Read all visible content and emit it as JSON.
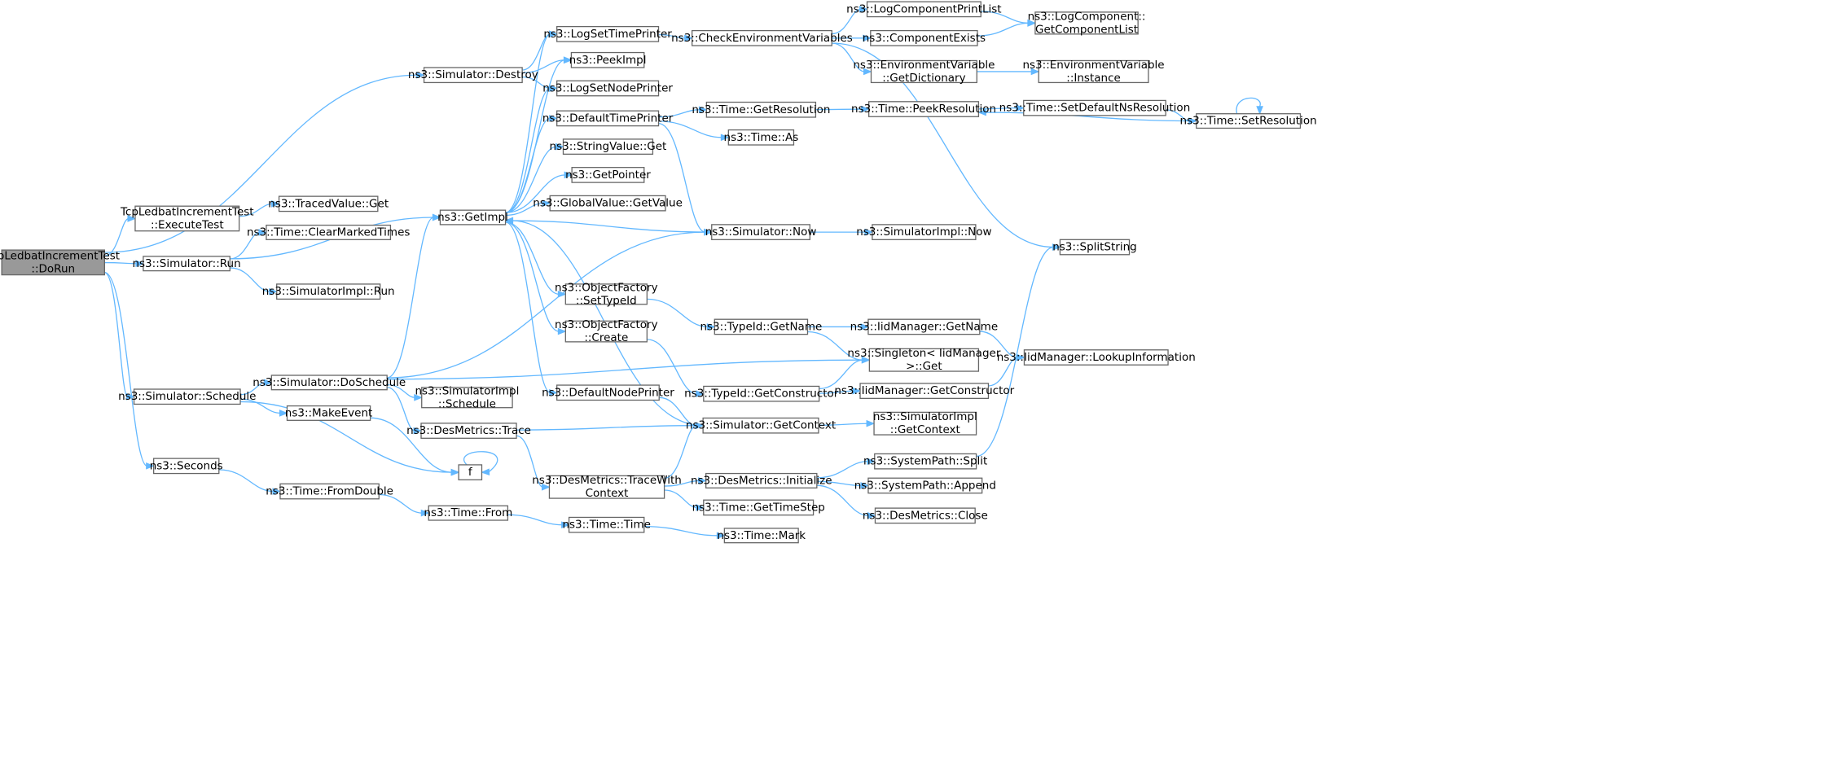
{
  "nodes": [
    {
      "id": "root",
      "lines": [
        "TcpLedbatIncrementTest",
        "::DoRun"
      ],
      "root": true
    },
    {
      "id": "simDestroy",
      "lines": [
        "ns3::Simulator::Destroy"
      ]
    },
    {
      "id": "execTest",
      "lines": [
        "TcpLedbatIncrementTest",
        "::ExecuteTest"
      ]
    },
    {
      "id": "simRun",
      "lines": [
        "ns3::Simulator::Run"
      ]
    },
    {
      "id": "simSchedule",
      "lines": [
        "ns3::Simulator::Schedule"
      ]
    },
    {
      "id": "seconds",
      "lines": [
        "ns3::Seconds"
      ]
    },
    {
      "id": "tracedGet",
      "lines": [
        "ns3::TracedValue::Get"
      ]
    },
    {
      "id": "clearMarked",
      "lines": [
        "ns3::Time::ClearMarkedTimes"
      ]
    },
    {
      "id": "simImplRun",
      "lines": [
        "ns3::SimulatorImpl::Run"
      ]
    },
    {
      "id": "getImpl",
      "lines": [
        "ns3::GetImpl"
      ]
    },
    {
      "id": "doSchedule",
      "lines": [
        "ns3::Simulator::DoSchedule"
      ]
    },
    {
      "id": "makeEvent",
      "lines": [
        "ns3::MakeEvent"
      ]
    },
    {
      "id": "fromDouble",
      "lines": [
        "ns3::Time::FromDouble"
      ]
    },
    {
      "id": "simImplSchedule",
      "lines": [
        "ns3::SimulatorImpl",
        "::Schedule"
      ]
    },
    {
      "id": "desTrace",
      "lines": [
        "ns3::DesMetrics::Trace"
      ]
    },
    {
      "id": "f",
      "lines": [
        "f"
      ]
    },
    {
      "id": "timeFrom",
      "lines": [
        "ns3::Time::From"
      ]
    },
    {
      "id": "logSetTime",
      "lines": [
        "ns3::LogSetTimePrinter"
      ]
    },
    {
      "id": "peekImpl",
      "lines": [
        "ns3::PeekImpl"
      ]
    },
    {
      "id": "logSetNode",
      "lines": [
        "ns3::LogSetNodePrinter"
      ]
    },
    {
      "id": "defTime",
      "lines": [
        "ns3::DefaultTimePrinter"
      ]
    },
    {
      "id": "strGet",
      "lines": [
        "ns3::StringValue::Get"
      ]
    },
    {
      "id": "getPointer",
      "lines": [
        "ns3::GetPointer"
      ]
    },
    {
      "id": "gvGet",
      "lines": [
        "ns3::GlobalValue::GetValue"
      ]
    },
    {
      "id": "ofSetTypeId",
      "lines": [
        "ns3::ObjectFactory",
        "::SetTypeId"
      ]
    },
    {
      "id": "ofCreate",
      "lines": [
        "ns3::ObjectFactory",
        "::Create"
      ]
    },
    {
      "id": "defNode",
      "lines": [
        "ns3::DefaultNodePrinter"
      ]
    },
    {
      "id": "traceWith",
      "lines": [
        "ns3::DesMetrics::TraceWith",
        "Context"
      ]
    },
    {
      "id": "timeTime",
      "lines": [
        "ns3::Time::Time"
      ]
    },
    {
      "id": "checkEnv",
      "lines": [
        "ns3::CheckEnvironmentVariables"
      ]
    },
    {
      "id": "getRes",
      "lines": [
        "ns3::Time::GetResolution"
      ]
    },
    {
      "id": "timeAs",
      "lines": [
        "ns3::Time::As"
      ]
    },
    {
      "id": "simNow",
      "lines": [
        "ns3::Simulator::Now"
      ]
    },
    {
      "id": "tidGetName",
      "lines": [
        "ns3::TypeId::GetName"
      ]
    },
    {
      "id": "tidGetCtor",
      "lines": [
        "ns3::TypeId::GetConstructor"
      ]
    },
    {
      "id": "simGetCtx",
      "lines": [
        "ns3::Simulator::GetContext"
      ]
    },
    {
      "id": "desInit",
      "lines": [
        "ns3::DesMetrics::Initialize"
      ]
    },
    {
      "id": "timeStep",
      "lines": [
        "ns3::Time::GetTimeStep"
      ]
    },
    {
      "id": "timeMark",
      "lines": [
        "ns3::Time::Mark"
      ]
    },
    {
      "id": "logCompPrint",
      "lines": [
        "ns3::LogComponentPrintList"
      ]
    },
    {
      "id": "compExists",
      "lines": [
        "ns3::ComponentExists"
      ]
    },
    {
      "id": "envGetDict",
      "lines": [
        "ns3::EnvironmentVariable",
        "::GetDictionary"
      ]
    },
    {
      "id": "peekRes",
      "lines": [
        "ns3::Time::PeekResolution"
      ]
    },
    {
      "id": "simImplNow",
      "lines": [
        "ns3::SimulatorImpl::Now"
      ]
    },
    {
      "id": "iidGetName",
      "lines": [
        "ns3::IidManager::GetName"
      ]
    },
    {
      "id": "singletonGet",
      "lines": [
        "ns3::Singleton< IidManager",
        ">::Get"
      ]
    },
    {
      "id": "iidGetCtor",
      "lines": [
        "ns3::IidManager::GetConstructor"
      ]
    },
    {
      "id": "simImplGetCtx",
      "lines": [
        "ns3::SimulatorImpl",
        "::GetContext"
      ]
    },
    {
      "id": "spSplit",
      "lines": [
        "ns3::SystemPath::Split"
      ]
    },
    {
      "id": "spAppend",
      "lines": [
        "ns3::SystemPath::Append"
      ]
    },
    {
      "id": "desClose",
      "lines": [
        "ns3::DesMetrics::Close"
      ]
    },
    {
      "id": "logCompGetList",
      "lines": [
        "ns3::LogComponent::",
        "GetComponentList"
      ]
    },
    {
      "id": "envInstance",
      "lines": [
        "ns3::EnvironmentVariable",
        "::Instance"
      ]
    },
    {
      "id": "setDefNs",
      "lines": [
        "ns3::Time::SetDefaultNsResolution"
      ]
    },
    {
      "id": "setRes",
      "lines": [
        "ns3::Time::SetResolution"
      ]
    },
    {
      "id": "splitString",
      "lines": [
        "ns3::SplitString"
      ]
    },
    {
      "id": "iidLookup",
      "lines": [
        "ns3::IidManager::LookupInformation"
      ]
    }
  ],
  "edges": [
    [
      "root",
      "simDestroy"
    ],
    [
      "root",
      "execTest"
    ],
    [
      "root",
      "simRun"
    ],
    [
      "root",
      "simSchedule"
    ],
    [
      "root",
      "seconds"
    ],
    [
      "simDestroy",
      "logSetTime"
    ],
    [
      "simDestroy",
      "peekImpl"
    ],
    [
      "simDestroy",
      "logSetNode"
    ],
    [
      "execTest",
      "tracedGet"
    ],
    [
      "simRun",
      "clearMarked"
    ],
    [
      "simRun",
      "getImpl"
    ],
    [
      "simRun",
      "simImplRun"
    ],
    [
      "simSchedule",
      "doSchedule"
    ],
    [
      "simSchedule",
      "makeEvent"
    ],
    [
      "simSchedule",
      "f"
    ],
    [
      "seconds",
      "fromDouble"
    ],
    [
      "getImpl",
      "logSetTime"
    ],
    [
      "getImpl",
      "peekImpl"
    ],
    [
      "getImpl",
      "logSetNode"
    ],
    [
      "getImpl",
      "defTime"
    ],
    [
      "getImpl",
      "strGet"
    ],
    [
      "getImpl",
      "getPointer"
    ],
    [
      "getImpl",
      "gvGet"
    ],
    [
      "getImpl",
      "ofSetTypeId"
    ],
    [
      "getImpl",
      "ofCreate"
    ],
    [
      "getImpl",
      "defNode"
    ],
    [
      "doSchedule",
      "getImpl"
    ],
    [
      "doSchedule",
      "simNow"
    ],
    [
      "doSchedule",
      "singletonGet"
    ],
    [
      "doSchedule",
      "simImplSchedule"
    ],
    [
      "doSchedule",
      "desTrace"
    ],
    [
      "makeEvent",
      "f"
    ],
    [
      "f",
      "f"
    ],
    [
      "fromDouble",
      "timeFrom"
    ],
    [
      "timeFrom",
      "timeTime"
    ],
    [
      "timeTime",
      "timeMark"
    ],
    [
      "desTrace",
      "simGetCtx"
    ],
    [
      "desTrace",
      "traceWith"
    ],
    [
      "logSetTime",
      "checkEnv"
    ],
    [
      "defTime",
      "getRes"
    ],
    [
      "defTime",
      "timeAs"
    ],
    [
      "defTime",
      "simNow"
    ],
    [
      "ofSetTypeId",
      "tidGetName"
    ],
    [
      "ofCreate",
      "tidGetCtor"
    ],
    [
      "defNode",
      "simGetCtx"
    ],
    [
      "traceWith",
      "simGetCtx"
    ],
    [
      "traceWith",
      "desInit"
    ],
    [
      "traceWith",
      "timeStep"
    ],
    [
      "checkEnv",
      "logCompPrint"
    ],
    [
      "checkEnv",
      "compExists"
    ],
    [
      "checkEnv",
      "envGetDict"
    ],
    [
      "checkEnv",
      "splitString"
    ],
    [
      "getRes",
      "peekRes"
    ],
    [
      "simNow",
      "getImpl"
    ],
    [
      "simNow",
      "simImplNow"
    ],
    [
      "tidGetName",
      "iidGetName"
    ],
    [
      "tidGetName",
      "singletonGet"
    ],
    [
      "tidGetCtor",
      "singletonGet"
    ],
    [
      "tidGetCtor",
      "iidGetCtor"
    ],
    [
      "simGetCtx",
      "getImpl"
    ],
    [
      "simGetCtx",
      "simImplGetCtx"
    ],
    [
      "desInit",
      "spSplit"
    ],
    [
      "desInit",
      "spAppend"
    ],
    [
      "desInit",
      "desClose"
    ],
    [
      "logCompPrint",
      "logCompGetList"
    ],
    [
      "compExists",
      "logCompGetList"
    ],
    [
      "envGetDict",
      "envInstance"
    ],
    [
      "peekRes",
      "setDefNs"
    ],
    [
      "setDefNs",
      "setRes"
    ],
    [
      "setRes",
      "peekRes"
    ],
    [
      "setRes",
      "setRes"
    ],
    [
      "iidGetName",
      "iidLookup"
    ],
    [
      "iidGetCtor",
      "iidLookup"
    ],
    [
      "spSplit",
      "splitString"
    ]
  ]
}
